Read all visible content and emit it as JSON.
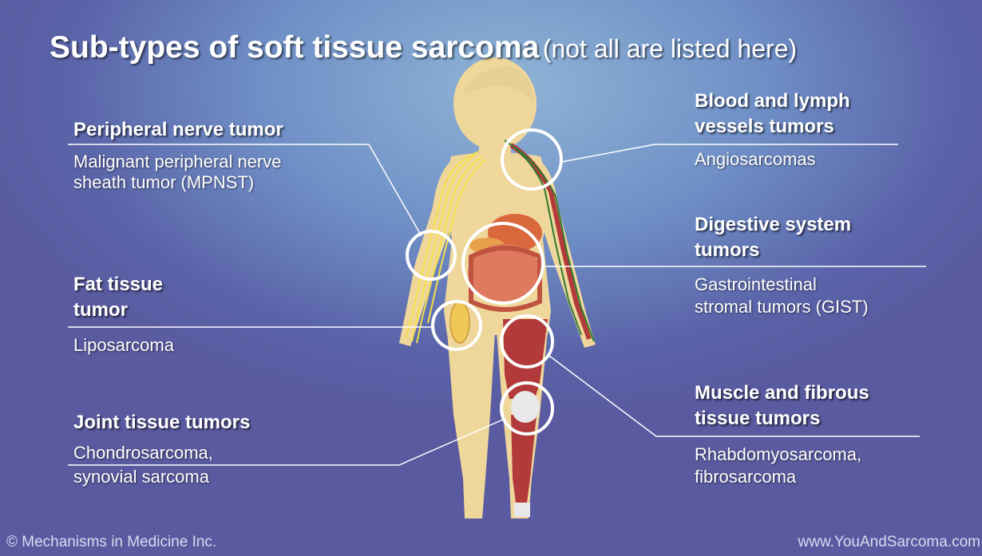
{
  "title": {
    "main": "Sub-types of soft tissue sarcoma",
    "sub": "(not all are listed here)"
  },
  "labels": {
    "peripheral_nerve": {
      "heading": "Peripheral nerve tumor",
      "desc_line1": "Malignant peripheral nerve",
      "desc_line2": "sheath tumor (MPNST)"
    },
    "fat_tissue": {
      "heading_line1": "Fat tissue",
      "heading_line2": "tumor",
      "desc": "Liposarcoma"
    },
    "joint_tissue": {
      "heading": "Joint tissue tumors",
      "desc_line1": "Chondrosarcoma,",
      "desc_line2": "synovial sarcoma"
    },
    "blood_lymph": {
      "heading_line1": "Blood and lymph",
      "heading_line2": "vessels tumors",
      "desc": "Angiosarcomas"
    },
    "digestive": {
      "heading_line1": "Digestive system",
      "heading_line2": "tumors",
      "desc_line1": "Gastrointestinal",
      "desc_line2": "stromal tumors (GIST)"
    },
    "muscle_fibrous": {
      "heading_line1": "Muscle and fibrous",
      "heading_line2": "tissue tumors",
      "desc_line1": "Rhabdomyosarcoma,",
      "desc_line2": "fibrosarcoma"
    }
  },
  "footer": {
    "copyright": "© Mechanisms in Medicine Inc.",
    "website": "www.YouAndSarcoma.com"
  },
  "colors": {
    "body": "#efd79c",
    "nerve": "#f4e04a",
    "muscle": "#b23a3a",
    "vessel": "#2f7a2f",
    "circle": "#ffffff"
  }
}
